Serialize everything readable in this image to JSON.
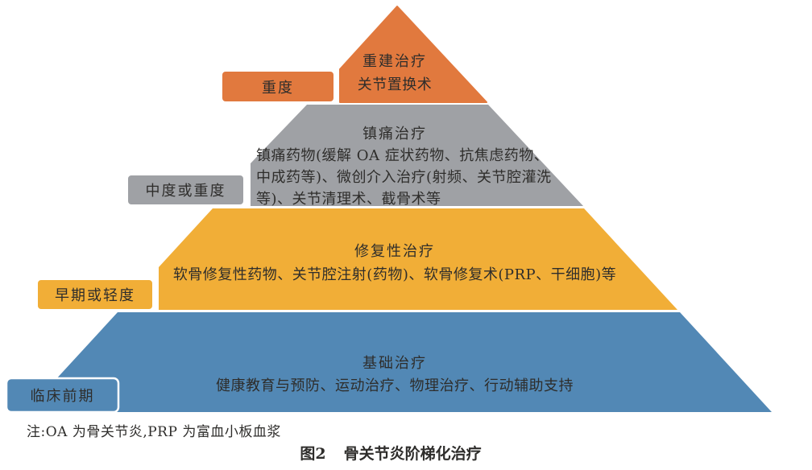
{
  "figure": {
    "note": "注:OA 为骨关节炎,PRP 为富血小板血浆",
    "caption": {
      "figure_label": "图2",
      "title": "骨关节炎阶梯化治疗"
    }
  },
  "colors": {
    "orange": "#E1793E",
    "gray": "#9FA1A5",
    "yellow": "#F1AE37",
    "blue": "#5288B5",
    "box_border": "#FFFFFF"
  },
  "pyramid": {
    "levels": [
      {
        "severity_label": "重度",
        "title": "重建治疗",
        "lines": [
          "关节置换术"
        ]
      },
      {
        "severity_label": "中度或重度",
        "title": "镇痛治疗",
        "lines": [
          "镇痛药物(缓解 OA 症状药物、抗焦虑药物、",
          "中成药等)、微创介入治疗(射频、关节腔灌洗",
          "等)、关节清理术、截骨术等"
        ]
      },
      {
        "severity_label": "早期或轻度",
        "title": "修复性治疗",
        "lines": [
          "软骨修复性药物、关节腔注射(药物)、软骨修复术(PRP、干细胞)等"
        ]
      },
      {
        "severity_label": "临床前期",
        "title": "基础治疗",
        "lines": [
          "健康教育与预防、运动治疗、物理治疗、行动辅助支持"
        ]
      }
    ]
  }
}
